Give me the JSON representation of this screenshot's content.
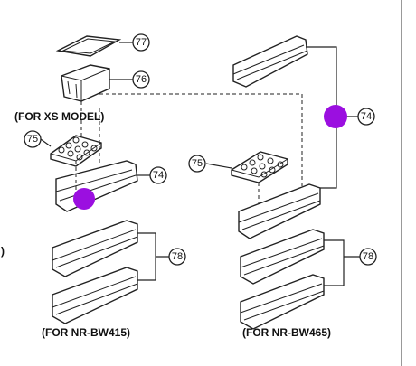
{
  "callouts": {
    "c77": "77",
    "c76": "76",
    "c75_left": "75",
    "c74_left": "74",
    "c78_left": "78",
    "c75_right": "75",
    "c74_right": "74",
    "c78_right": "78"
  },
  "labels": {
    "xs_model": "(FOR XS MODEL)",
    "bw415": "(FOR NR-BW415)",
    "bw465": "(FOR NR-BW465)",
    "edge_mark": ")"
  },
  "colors": {
    "highlight": "#9b0fe0",
    "line": "#222222"
  }
}
